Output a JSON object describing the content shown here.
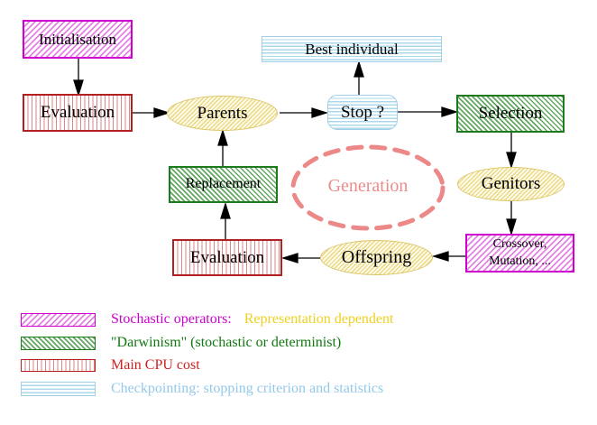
{
  "diagram": {
    "nodes": {
      "initialisation": {
        "label": "Initialisation"
      },
      "best_individual": {
        "label": "Best individual"
      },
      "evaluation_top": {
        "label": "Evaluation"
      },
      "parents": {
        "label": "Parents"
      },
      "stop": {
        "label": "Stop ?"
      },
      "selection": {
        "label": "Selection"
      },
      "replacement": {
        "label": "Replacement"
      },
      "generation": {
        "label": "Generation"
      },
      "genitors": {
        "label": "Genitors"
      },
      "crossover": {
        "line1": "Crossover,",
        "line2": "Mutation, ..."
      },
      "evaluation_bottom": {
        "label": "Evaluation"
      },
      "offspring": {
        "label": "Offspring"
      }
    },
    "colors": {
      "magenta": "#cf00cf",
      "green": "#1d7a1d",
      "red": "#b32020",
      "cyan_border": "#9ecfe6",
      "yellow_border": "#dcc66a",
      "salmon": "#ea8c8c",
      "gold_text": "#eed11e",
      "arrow": "#000000"
    }
  },
  "legend": {
    "items": [
      {
        "label": "Stochastic operators:",
        "label_extra": "Representation dependent"
      },
      {
        "label": "\"Darwinism\" (stochastic or determinist)"
      },
      {
        "label": "Main CPU cost"
      },
      {
        "label": "Checkpointing: stopping criterion and statistics"
      }
    ]
  }
}
